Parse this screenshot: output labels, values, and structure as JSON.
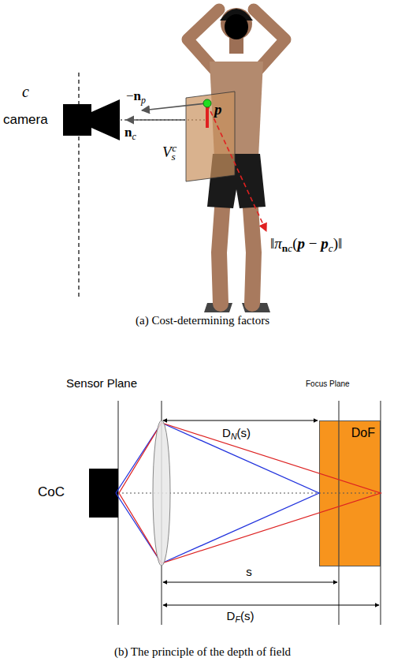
{
  "diagram": {
    "nodes": [
      {
        "text": [
          "DoF"
        ]
      }
    ],
    "labels": [
      "c",
      "camera",
      "nc",
      "−np",
      "p",
      "Vsc",
      "‖πnc(p − pc)‖",
      "(a) Cost-determining factors",
      "Sensor Plane",
      "Focus Plane",
      "CoC",
      "DN(s)",
      "s",
      "DF(s)",
      "(b) The principle of the depth of field"
    ]
  }
}
